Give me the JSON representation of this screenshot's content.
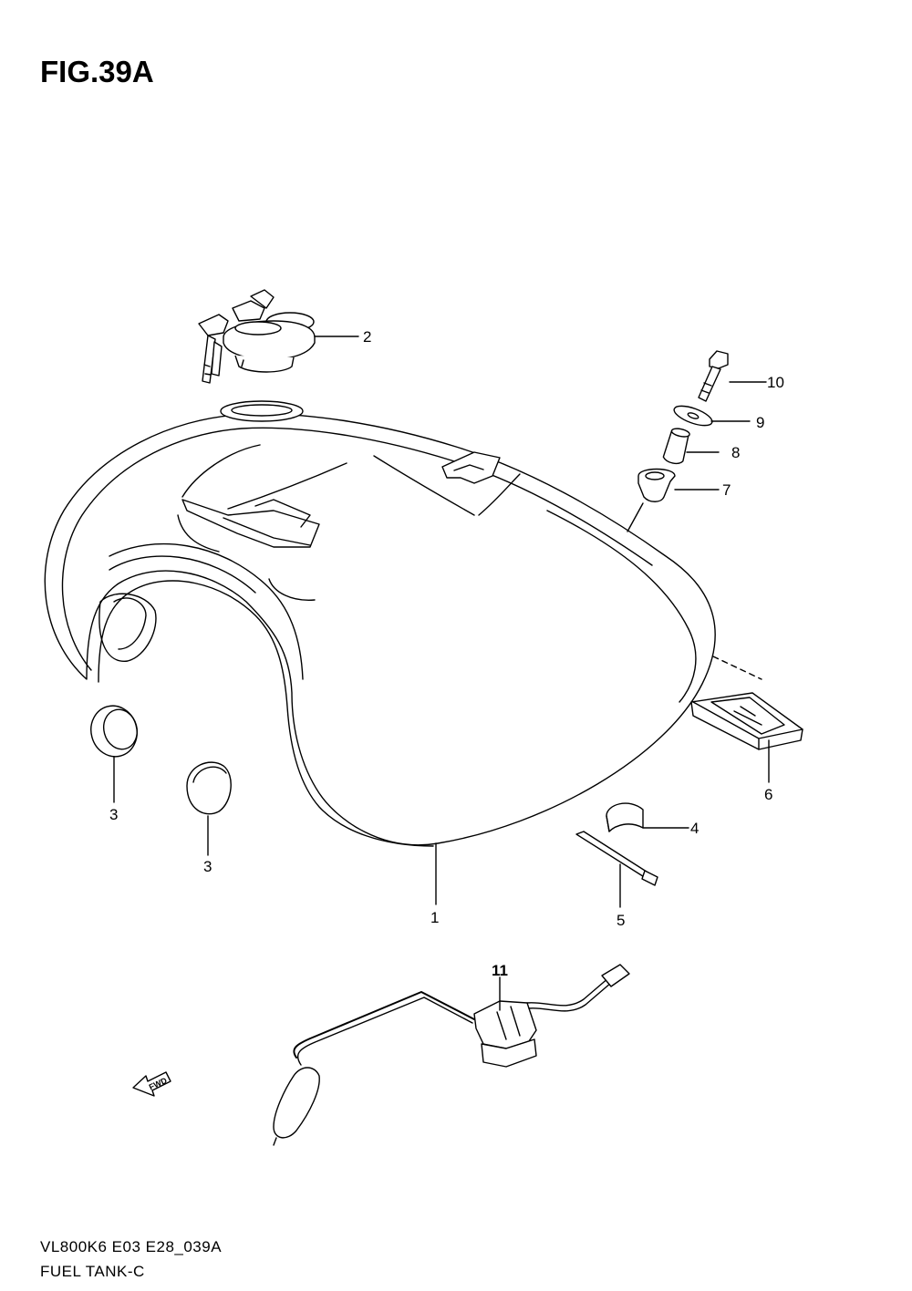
{
  "figure": {
    "title": "FIG.39A",
    "model_code": "VL800K6 E03 E28_039A",
    "section_name": "FUEL TANK-C"
  },
  "callouts": [
    {
      "id": "c1",
      "label": "1"
    },
    {
      "id": "c2",
      "label": "2"
    },
    {
      "id": "c3a",
      "label": "3"
    },
    {
      "id": "c3b",
      "label": "3"
    },
    {
      "id": "c4",
      "label": "4"
    },
    {
      "id": "c5",
      "label": "5"
    },
    {
      "id": "c6",
      "label": "6"
    },
    {
      "id": "c7",
      "label": "7"
    },
    {
      "id": "c8",
      "label": "8"
    },
    {
      "id": "c9",
      "label": "9"
    },
    {
      "id": "c10",
      "label": "10"
    },
    {
      "id": "c11",
      "label": "11"
    }
  ],
  "direction_marker": {
    "label": "FWD",
    "icon": "forward-arrow-icon"
  }
}
